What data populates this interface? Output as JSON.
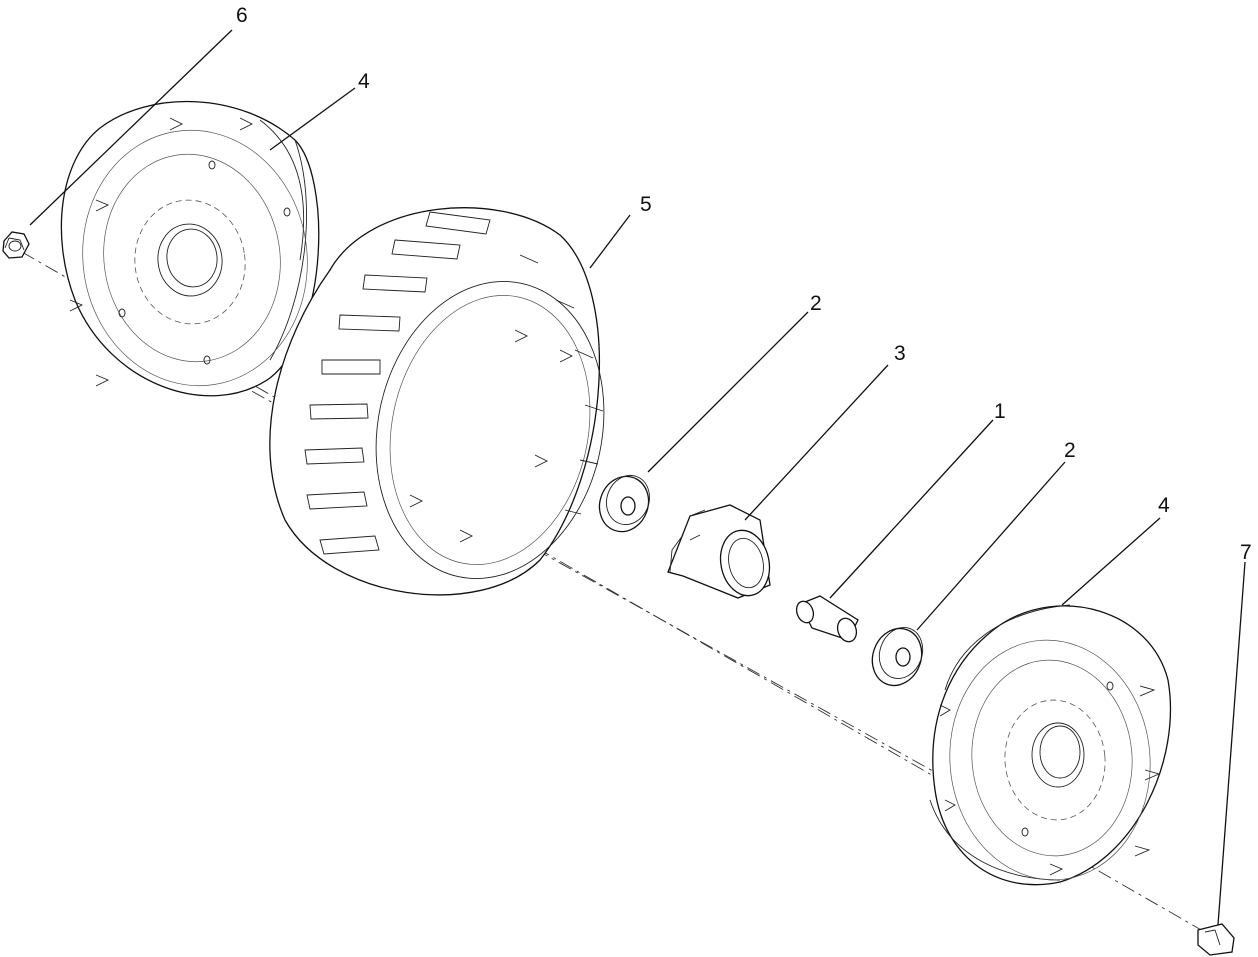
{
  "colors": {
    "line": "#111111",
    "background": "#ffffff"
  },
  "callouts": [
    {
      "id": "c6",
      "label": "6",
      "part": "lug-nut"
    },
    {
      "id": "c4a",
      "label": "4",
      "part": "hub-cap-left"
    },
    {
      "id": "c5",
      "label": "5",
      "part": "tire"
    },
    {
      "id": "c2a",
      "label": "2",
      "part": "washer-left"
    },
    {
      "id": "c3",
      "label": "3",
      "part": "bushing"
    },
    {
      "id": "c1",
      "label": "1",
      "part": "axle-spacer"
    },
    {
      "id": "c2b",
      "label": "2",
      "part": "washer-right"
    },
    {
      "id": "c4b",
      "label": "4",
      "part": "hub-cap-right"
    },
    {
      "id": "c7",
      "label": "7",
      "part": "bolt"
    }
  ]
}
